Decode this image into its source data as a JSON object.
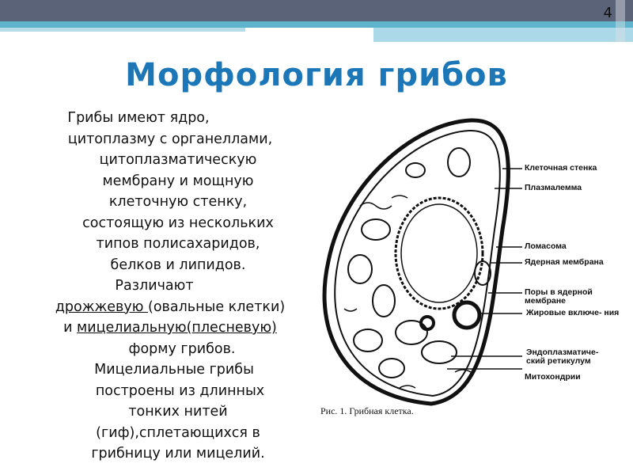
{
  "slide_number": "4",
  "title": "Морфология  грибов",
  "body": {
    "lines": [
      "Грибы имеют ядро,",
      "цитоплазму с органеллами,",
      "цитоплазматическую",
      "мембрану и мощную",
      "клеточную стенку,",
      "состоящую из нескольких",
      "типов полисахаридов,",
      "белков и липидов.",
      "Различают"
    ],
    "yeast_underlined": "дрожжевую ",
    "yeast_rest": "(овальные клетки)",
    "and": "и ",
    "mycelial_underlined": "мицелиальную(плесневую)",
    "form": "форму грибов.",
    "lines2": [
      "Мицелиальные грибы",
      "построены из длинных",
      "тонких нитей",
      "(гиф),сплетающихся в",
      "грибницу или мицелий."
    ]
  },
  "figure": {
    "caption": "Рис. 1. Грибная клетка.",
    "labels": [
      "Клеточная стенка",
      "Плазмалемма",
      "Ломасома",
      "Ядерная мембрана",
      "Поры в ядерной мембране",
      "Жировые включе- ния",
      "Эндоплазматиче- ский ретикулум",
      "Митохондрии"
    ]
  },
  "colors": {
    "header": "#5b6378",
    "accent": "#5fb4cc",
    "title": "#1b77b8"
  }
}
